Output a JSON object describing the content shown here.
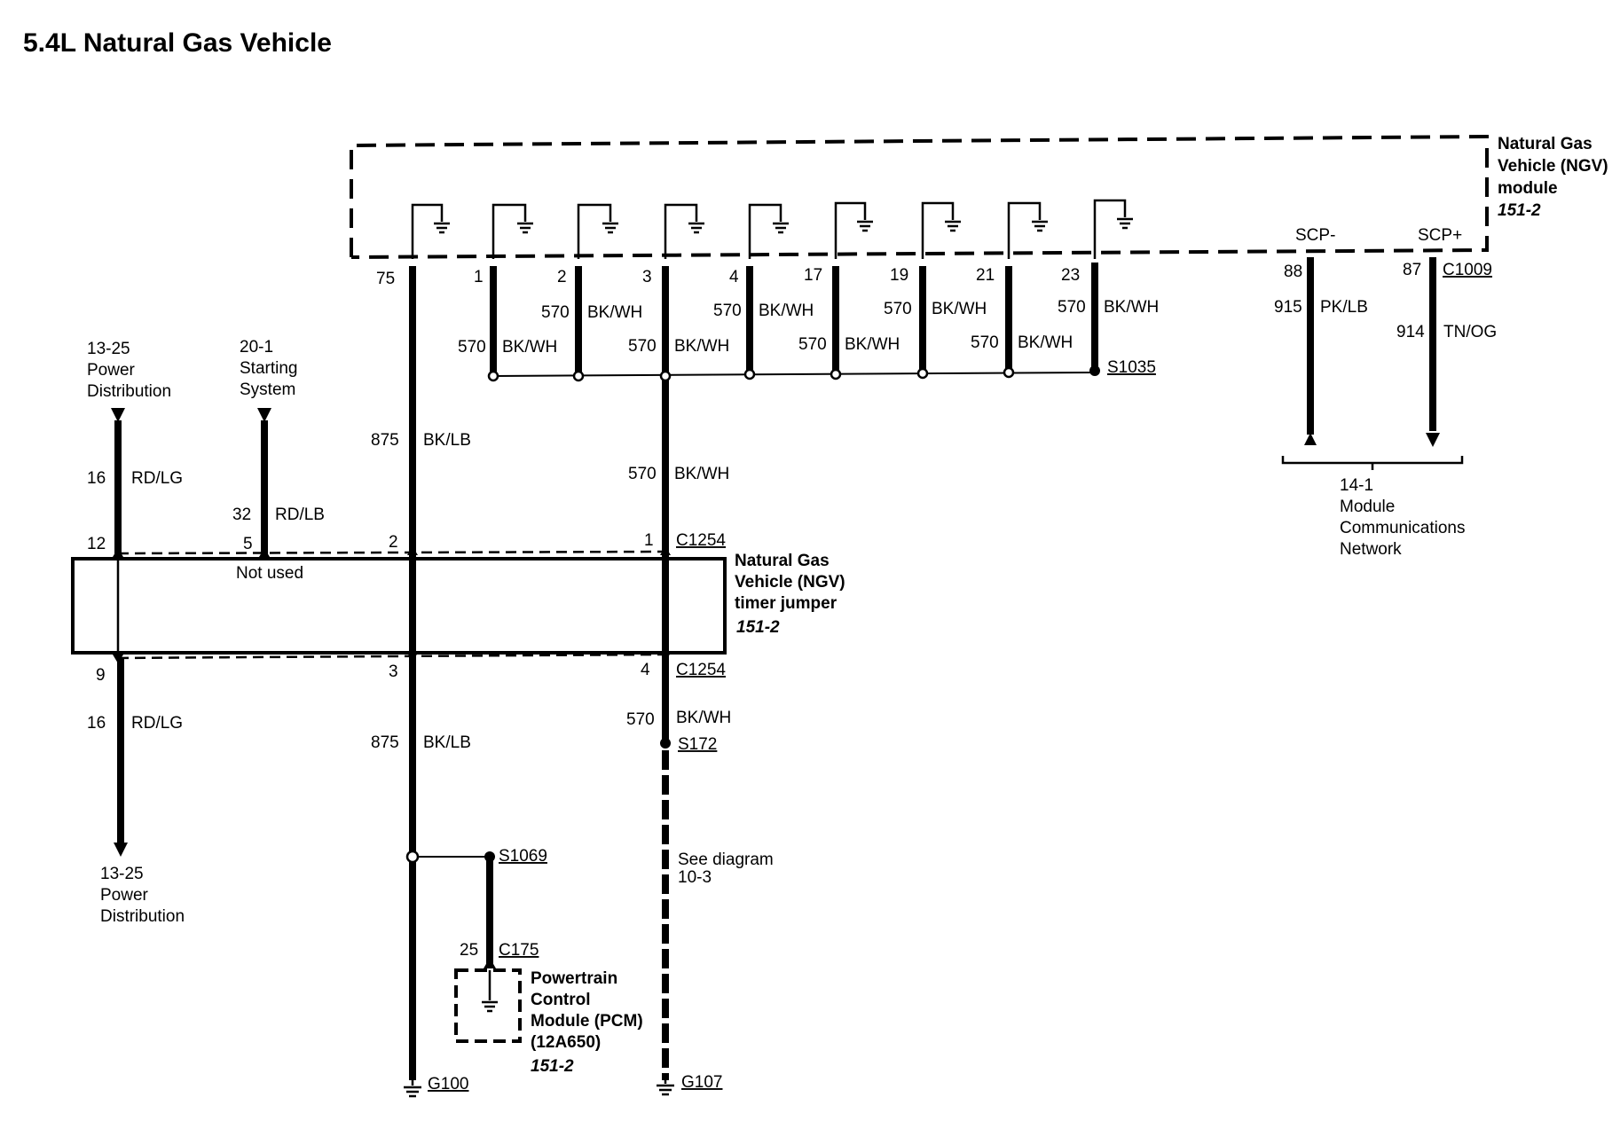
{
  "title": "5.4L Natural Gas Vehicle",
  "module": {
    "name_lines": [
      "Natural Gas",
      "Vehicle (NGV)",
      "module"
    ],
    "ref": "151-2",
    "scp_minus": "SCP-",
    "scp_plus": "SCP+",
    "connector": "C1009",
    "splice": "S1035",
    "pins": [
      "75",
      "1",
      "2",
      "3",
      "4",
      "17",
      "19",
      "21",
      "23",
      "88",
      "87"
    ]
  },
  "wires": {
    "w570_circuit": "570",
    "w570_color": "BK/WH",
    "w875_circuit": "875",
    "w875_color": "BK/LB",
    "w915_circuit": "915",
    "w915_color": "PK/LB",
    "w914_circuit": "914",
    "w914_color": "TN/OG",
    "w16_circuit": "16",
    "w16_color": "RD/LG",
    "w32_circuit": "32",
    "w32_color": "RD/LB"
  },
  "refs": {
    "power_top": [
      "13-25",
      "Power",
      "Distribution"
    ],
    "starting": [
      "20-1",
      "Starting",
      "System"
    ],
    "power_bottom": [
      "13-25",
      "Power",
      "Distribution"
    ],
    "mcn": [
      "14-1",
      "Module",
      "Communications",
      "Network"
    ],
    "see_diagram": [
      "See diagram",
      "10-3"
    ]
  },
  "jumper": {
    "name_lines": [
      "Natural Gas",
      "Vehicle (NGV)",
      "timer jumper"
    ],
    "ref": "151-2",
    "connector_top": "C1254",
    "connector_bottom": "C1254",
    "top_pins": [
      "12",
      "5",
      "2",
      "1"
    ],
    "bottom_pins": [
      "9",
      "3",
      "4"
    ],
    "not_used": "Not used"
  },
  "lower": {
    "splice_s172": "S172",
    "splice_s1069": "S1069",
    "pcm_connector": "C175",
    "pcm_pin": "25",
    "pcm_name_lines": [
      "Powertrain",
      "Control",
      "Module (PCM)",
      "(12A650)"
    ],
    "pcm_ref": "151-2",
    "ground_g100": "G100",
    "ground_g107": "G107"
  }
}
